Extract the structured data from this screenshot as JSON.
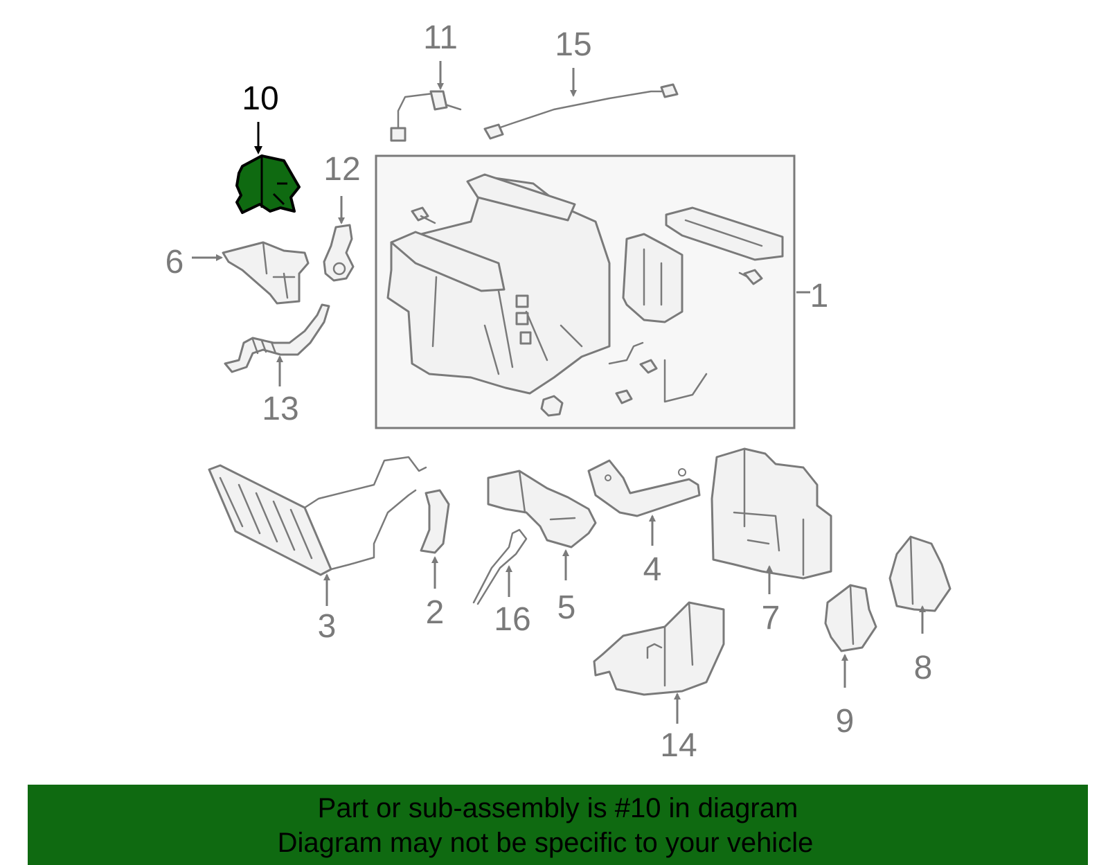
{
  "highlight_color": "#0f6a11",
  "line_color": "#7a7a7a",
  "callouts": {
    "c1": "1",
    "c2": "2",
    "c3": "3",
    "c4": "4",
    "c5": "5",
    "c6": "6",
    "c7": "7",
    "c8": "8",
    "c9": "9",
    "c10": "10",
    "c11": "11",
    "c12": "12",
    "c13": "13",
    "c14": "14",
    "c15": "15",
    "c16": "16"
  },
  "banner": {
    "line1": "Part or sub-assembly is #10 in diagram",
    "line2": "Diagram may not be specific to your vehicle"
  }
}
